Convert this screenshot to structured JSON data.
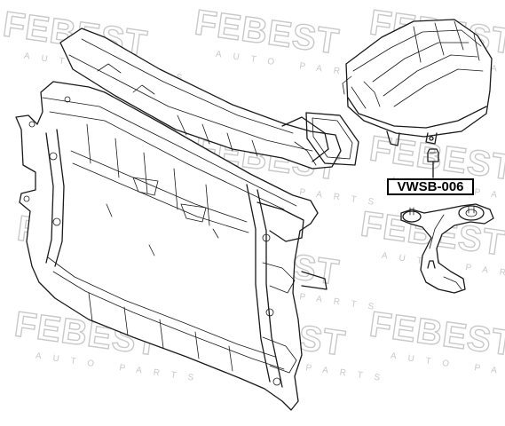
{
  "part_number": "VWSB-006",
  "watermark": {
    "brand": "FEBEST",
    "tagline": "AUTO PARTS"
  },
  "colors": {
    "line": "#1a1a1a",
    "watermark": "#c9c9c9",
    "label_border": "#000000",
    "background": "#ffffff"
  }
}
